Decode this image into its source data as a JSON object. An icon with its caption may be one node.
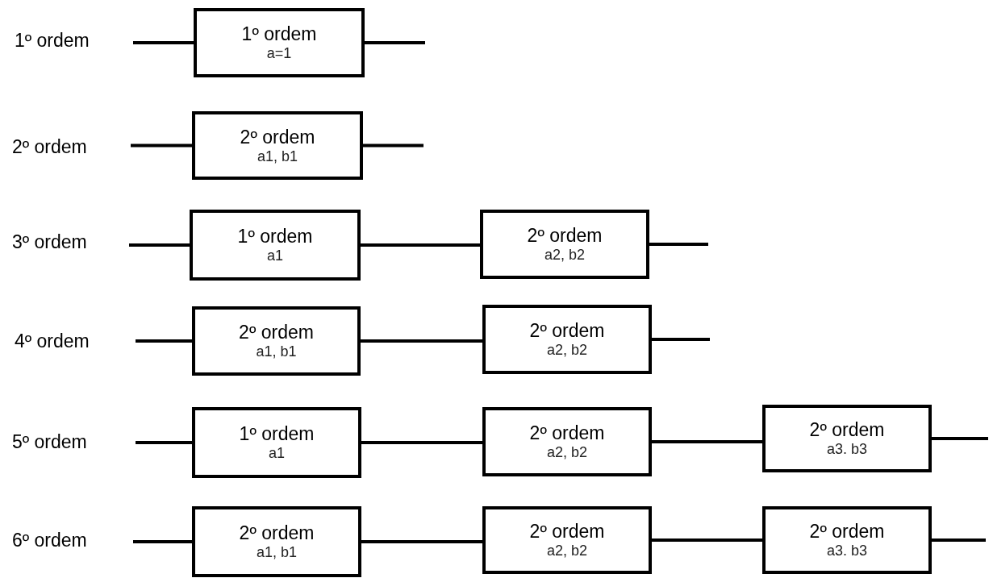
{
  "diagram": {
    "nodes": [
      {
        "text": [
          "1º ordem",
          "a=1"
        ]
      },
      {
        "text": [
          "2º ordem",
          "a1, b1"
        ]
      },
      {
        "text": [
          "1º ordem",
          "a1"
        ]
      },
      {
        "text": [
          "2º ordem",
          "a2, b2"
        ]
      },
      {
        "text": [
          "2º ordem",
          "a1, b1"
        ]
      },
      {
        "text": [
          "2º ordem",
          "a2, b2"
        ]
      },
      {
        "text": [
          "1º ordem",
          "a1"
        ]
      },
      {
        "text": [
          "2º ordem",
          "a2, b2"
        ]
      },
      {
        "text": [
          "2º ordem",
          "a3. b3"
        ]
      },
      {
        "text": [
          "2º ordem",
          "a1, b1"
        ]
      },
      {
        "text": [
          "2º ordem",
          "a2, b2"
        ]
      },
      {
        "text": [
          "2º ordem",
          "a3. b3"
        ]
      }
    ],
    "edges": [
      {
        "from": null,
        "to": 0,
        "arrow": "none"
      },
      {
        "from": 0,
        "to": null,
        "arrow": "none"
      },
      {
        "from": null,
        "to": 1,
        "arrow": "none"
      },
      {
        "from": 1,
        "to": null,
        "arrow": "none"
      },
      {
        "from": null,
        "to": 2,
        "arrow": "none"
      },
      {
        "from": 2,
        "to": 3,
        "arrow": "none"
      },
      {
        "from": 3,
        "to": null,
        "arrow": "none"
      },
      {
        "from": null,
        "to": 4,
        "arrow": "none"
      },
      {
        "from": 4,
        "to": 5,
        "arrow": "none"
      },
      {
        "from": 5,
        "to": null,
        "arrow": "none"
      },
      {
        "from": null,
        "to": 6,
        "arrow": "none"
      },
      {
        "from": 6,
        "to": 7,
        "arrow": "none"
      },
      {
        "from": 7,
        "to": 8,
        "arrow": "none"
      },
      {
        "from": 8,
        "to": null,
        "arrow": "none"
      },
      {
        "from": null,
        "to": 9,
        "arrow": "none"
      },
      {
        "from": 9,
        "to": 10,
        "arrow": "none"
      },
      {
        "from": 10,
        "to": 11,
        "arrow": "none"
      },
      {
        "from": 11,
        "to": null,
        "arrow": "none"
      }
    ],
    "labels": [
      "1º ordem",
      "2º ordem",
      "3º ordem",
      "4º ordem",
      "5º ordem",
      "6º ordem"
    ]
  }
}
